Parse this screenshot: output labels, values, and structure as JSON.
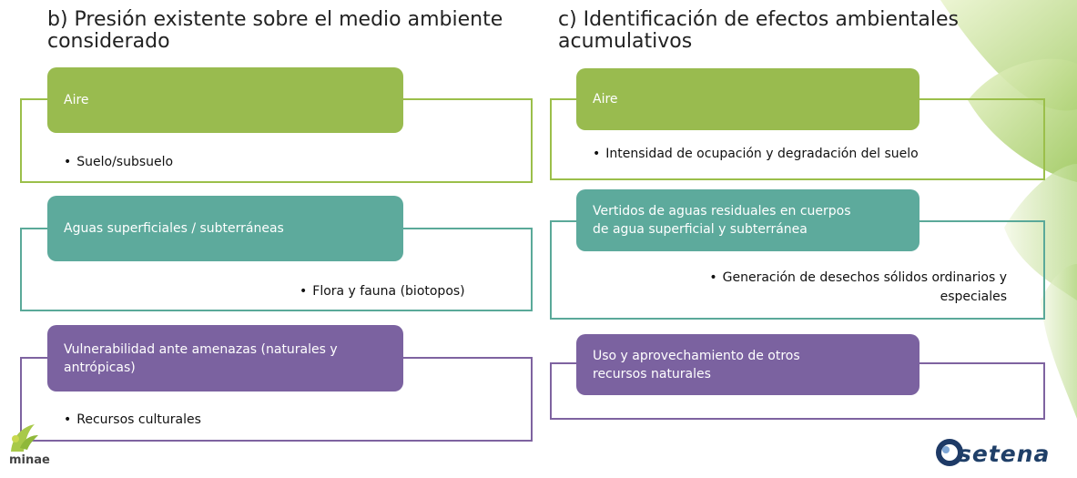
{
  "left": {
    "title": "b) Presión existente sobre el medio ambiente considerado",
    "title_line1": "b) Presión existente sobre el medio ambiente",
    "title_line2": "considerado",
    "groups": [
      {
        "header": "Aire",
        "bullet": "Suelo/subsuelo",
        "color": "#99bb4f"
      },
      {
        "header": "Aguas superficiales / subterráneas",
        "bullet": "Flora y fauna (biotopos)",
        "color": "#5daa9c"
      },
      {
        "header_line1": "Vulnerabilidad ante amenazas (naturales y",
        "header_line2": "antrópicas)",
        "bullet": "Recursos culturales",
        "color": "#7b62a0"
      }
    ]
  },
  "right": {
    "title_line1": "c) Identificación de efectos ambientales",
    "title_line2": "acumulativos",
    "groups": [
      {
        "header": "Aire",
        "bullet": "Intensidad de ocupación y degradación del suelo",
        "color": "#99bb4f"
      },
      {
        "header_line1": "Vertidos de aguas residuales en cuerpos",
        "header_line2": "de agua superficial y subterránea",
        "bullet_line1": "Generación de desechos sólidos ordinarios y",
        "bullet_line2": "especiales",
        "color": "#5daa9c"
      },
      {
        "header_line1": "Uso y aprovechamiento de otros",
        "header_line2": "recursos naturales",
        "color": "#7b62a0"
      }
    ]
  },
  "logos": {
    "minae": "minae",
    "setena": "setena"
  },
  "bullet_char": "•"
}
